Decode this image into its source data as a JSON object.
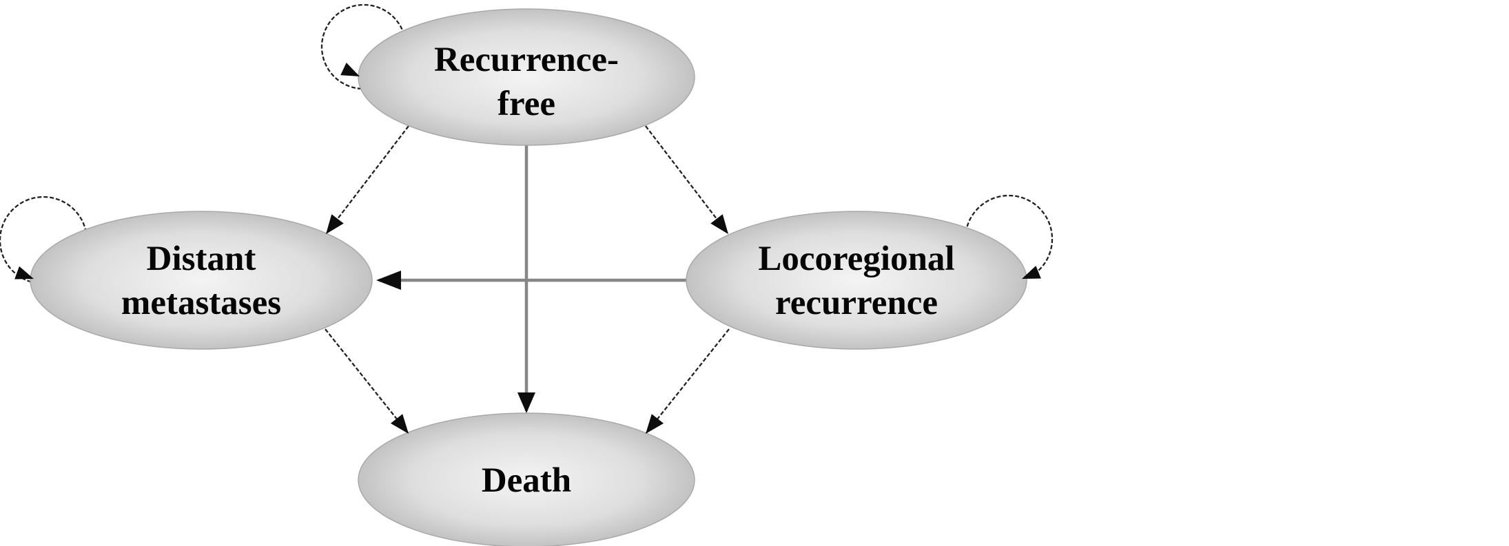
{
  "diagram": {
    "description": "Multi-state transition model with four states",
    "background_color": "#ffffff",
    "text_color": "#050505",
    "node_gradient_center": "#f4f4f4",
    "node_gradient_mid": "#dedede",
    "node_gradient_edge": "#aeaeae",
    "node_border_color": "#a9a9a9",
    "gray_line_color": "#868686",
    "dark_line_color": "#222222",
    "arrowhead_color": "#0d0d0d",
    "nodes": [
      {
        "id": "recurrence-free",
        "lines": [
          "Recurrence-",
          "free"
        ]
      },
      {
        "id": "distant-metastases",
        "lines": [
          "Distant",
          "metastases"
        ]
      },
      {
        "id": "locoregional-recurrence",
        "lines": [
          "Locoregional",
          "recurrence"
        ]
      },
      {
        "id": "death",
        "lines": [
          "Death"
        ]
      }
    ],
    "edges": [
      {
        "from": "recurrence-free",
        "to": "recurrence-free",
        "type": "self-loop"
      },
      {
        "from": "distant-metastases",
        "to": "distant-metastases",
        "type": "self-loop"
      },
      {
        "from": "locoregional-recurrence",
        "to": "locoregional-recurrence",
        "type": "self-loop"
      },
      {
        "from": "recurrence-free",
        "to": "distant-metastases",
        "type": "arrow"
      },
      {
        "from": "recurrence-free",
        "to": "locoregional-recurrence",
        "type": "arrow"
      },
      {
        "from": "recurrence-free",
        "to": "death",
        "type": "arrow"
      },
      {
        "from": "locoregional-recurrence",
        "to": "distant-metastases",
        "type": "arrow"
      },
      {
        "from": "distant-metastases",
        "to": "death",
        "type": "arrow"
      },
      {
        "from": "locoregional-recurrence",
        "to": "death",
        "type": "arrow"
      }
    ]
  }
}
